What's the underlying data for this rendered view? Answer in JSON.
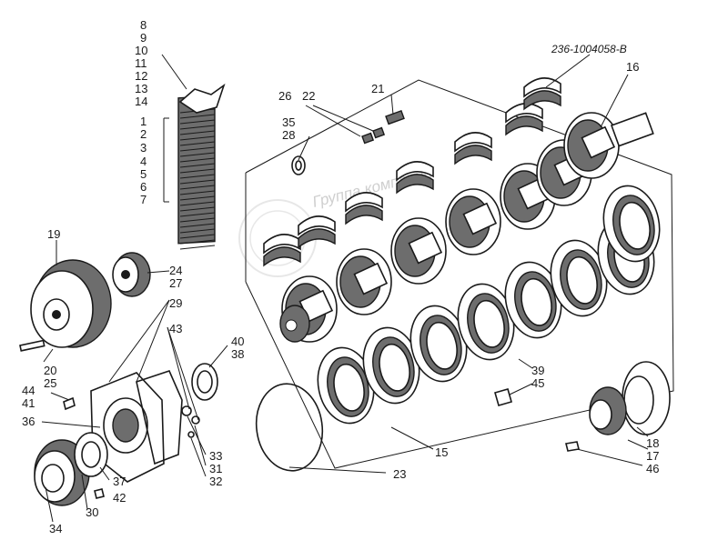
{
  "diagram": {
    "part_number": "236-1004058-В",
    "watermark": "Группа компаний",
    "labels": [
      "1",
      "2",
      "3",
      "4",
      "5",
      "6",
      "7",
      "8",
      "9",
      "10",
      "11",
      "12",
      "13",
      "14",
      "15",
      "16",
      "17",
      "18",
      "19",
      "20",
      "21",
      "22",
      "23",
      "24",
      "25",
      "26",
      "27",
      "28",
      "29",
      "30",
      "31",
      "32",
      "33",
      "34",
      "35",
      "36",
      "37",
      "38",
      "39",
      "40",
      "41",
      "42",
      "43",
      "44",
      "45",
      "46"
    ]
  }
}
